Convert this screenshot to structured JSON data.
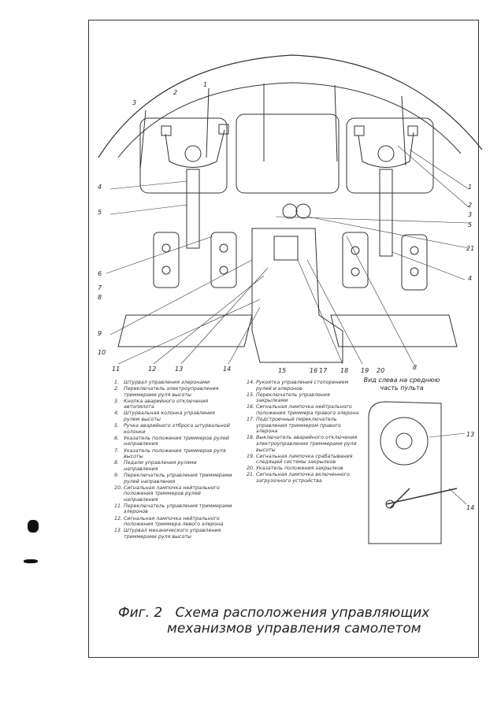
{
  "figure": {
    "number_label": "Фиг. 2",
    "title_line1": "Схема расположения управляющих",
    "title_line2": "механизмов управления самолетом"
  },
  "callouts_left": [
    "1",
    "2",
    "3",
    "4",
    "5",
    "6",
    "7",
    "8",
    "9",
    "10",
    "11",
    "12",
    "13",
    "14",
    "15",
    "16",
    "17",
    "18",
    "19",
    "20"
  ],
  "callouts_right": [
    "1",
    "2",
    "3",
    "5",
    "21",
    "4",
    "8"
  ],
  "inset": {
    "title": "Вид слева на среднюю часть пульта",
    "callouts": [
      "13",
      "14"
    ]
  },
  "legend_left": [
    {
      "n": "1.",
      "text": "Штурвал управления элеронами"
    },
    {
      "n": "2.",
      "text": "Переключатель электроуправления триммерами руля высоты"
    },
    {
      "n": "3.",
      "text": "Кнопка аварийного отключения автопилота"
    },
    {
      "n": "4.",
      "text": "Штурвальная колонка управления рулем высоты"
    },
    {
      "n": "5.",
      "text": "Ручка аварийного отброса штурвальной колонки"
    },
    {
      "n": "6.",
      "text": "Указатель положения триммеров рулей направления"
    },
    {
      "n": "7.",
      "text": "Указатель положения триммеров руля высоты"
    },
    {
      "n": "8.",
      "text": "Педали управления рулями направления"
    },
    {
      "n": "9.",
      "text": "Переключатель управления триммерами рулей направления"
    },
    {
      "n": "10.",
      "text": "Сигнальная лампочка нейтрального положения триммеров рулей направления"
    },
    {
      "n": "11.",
      "text": "Переключатель управления триммерами элеронов"
    },
    {
      "n": "12.",
      "text": "Сигнальная лампочка нейтрального положения триммера левого элерона"
    },
    {
      "n": "13.",
      "text": "Штурвал механического управления триммерами руля высоты"
    }
  ],
  "legend_right": [
    {
      "n": "14.",
      "text": "Рукоятка управления стопорением рулей и элеронов"
    },
    {
      "n": "15.",
      "text": "Переключатель управления закрылками"
    },
    {
      "n": "16.",
      "text": "Сигнальная лампочка нейтрального положения триммера правого элерона"
    },
    {
      "n": "17.",
      "text": "Подстроечный переключатель управления триммером правого элерона"
    },
    {
      "n": "18.",
      "text": "Выключатель аварийного отключения электроуправления триммерами руля высоты"
    },
    {
      "n": "19.",
      "text": "Сигнальная лампочка срабатывания следящей системы закрылков"
    },
    {
      "n": "20.",
      "text": "Указатель положения закрылков"
    },
    {
      "n": "21.",
      "text": "Сигнальная лампочка включенного загрузочного устройства"
    }
  ]
}
